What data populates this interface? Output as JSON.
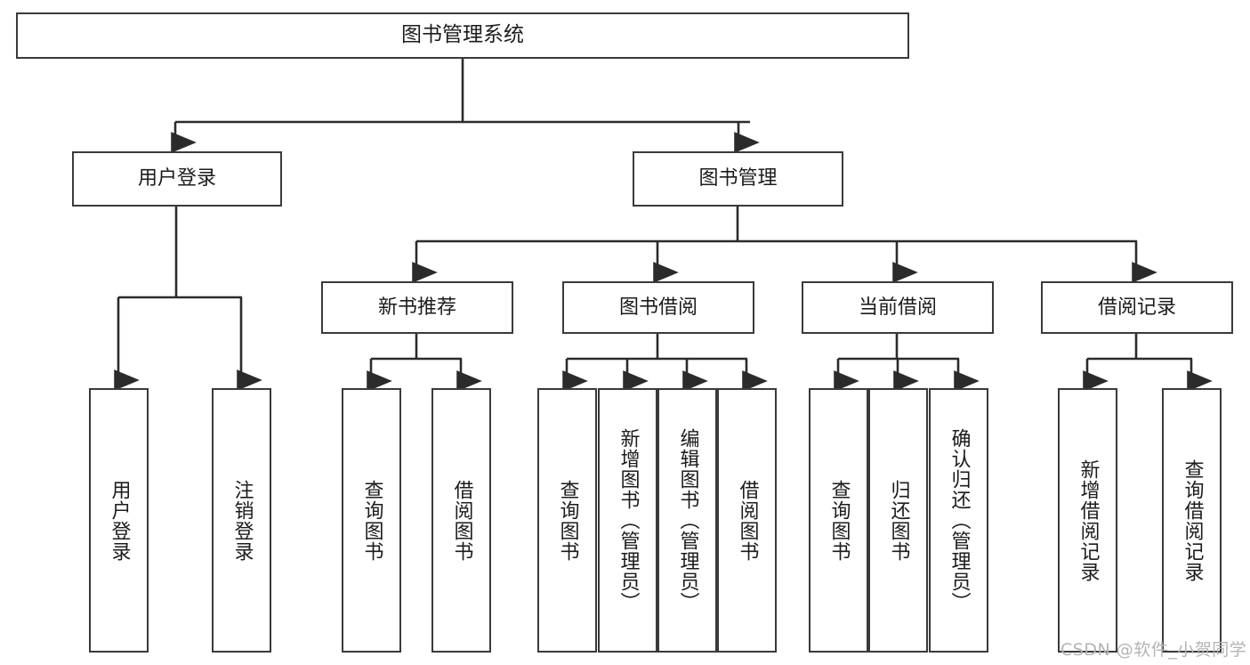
{
  "diagram": {
    "type": "tree-hierarchy",
    "title": "图书管理系统",
    "orientation": "top-down",
    "colors": {
      "box_border": "#3a3a3a",
      "box_fill": "#ffffff",
      "connector": "#2b2b2b",
      "text": "#1c1c1c",
      "watermark": "#b4b4b4"
    }
  },
  "root": {
    "label": "图书管理系统"
  },
  "level2": [
    {
      "label": "用户登录"
    },
    {
      "label": "图书管理"
    }
  ],
  "level3": [
    {
      "label": "新书推荐"
    },
    {
      "label": "图书借阅"
    },
    {
      "label": "当前借阅"
    },
    {
      "label": "借阅记录"
    }
  ],
  "leaves": {
    "user_login": [
      {
        "label": "用户登录"
      },
      {
        "label": "注销登录"
      }
    ],
    "new_book_recommend": [
      {
        "label": "查询图书"
      },
      {
        "label": "借阅图书"
      }
    ],
    "book_borrow": [
      {
        "label": "查询图书"
      },
      {
        "label": "新增图书（管理员）"
      },
      {
        "label": "编辑图书（管理员）"
      },
      {
        "label": "借阅图书"
      }
    ],
    "current_borrow": [
      {
        "label": "查询图书"
      },
      {
        "label": "归还图书"
      },
      {
        "label": "确认归还（管理员）"
      }
    ],
    "borrow_record": [
      {
        "label": "新增借阅记录"
      },
      {
        "label": "查询借阅记录"
      }
    ]
  },
  "watermark": {
    "text": "CSDN @软件_小贺同学"
  }
}
